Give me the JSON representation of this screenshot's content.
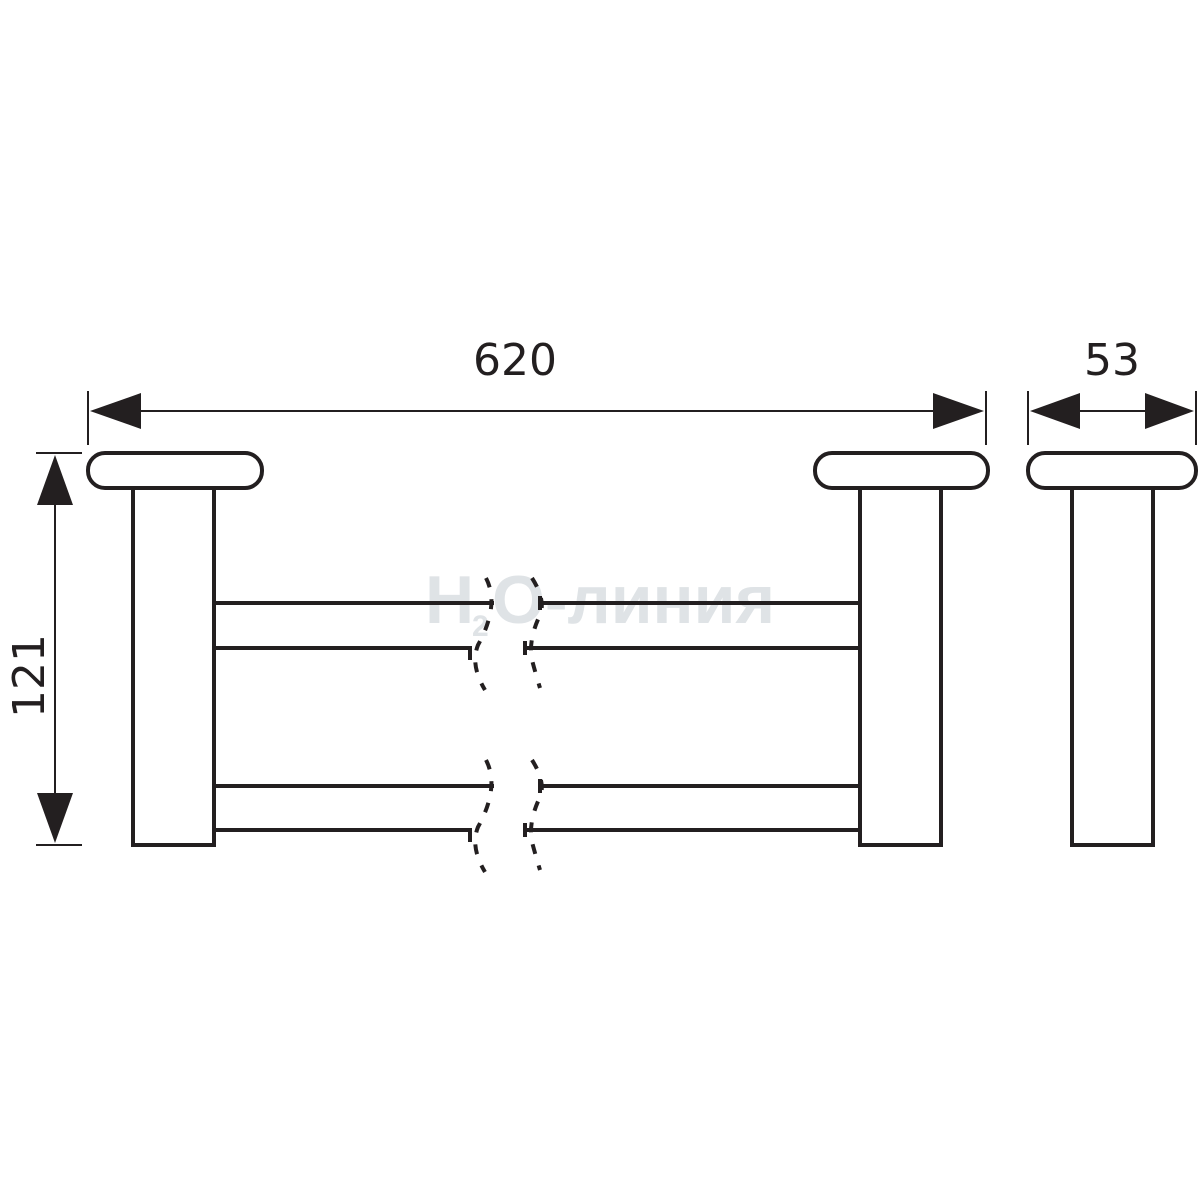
{
  "dimensions": {
    "length": "620",
    "depth": "53",
    "height": "121"
  },
  "watermark": {
    "main_left": "H",
    "subscript": "2",
    "main_right": "O-линия"
  }
}
